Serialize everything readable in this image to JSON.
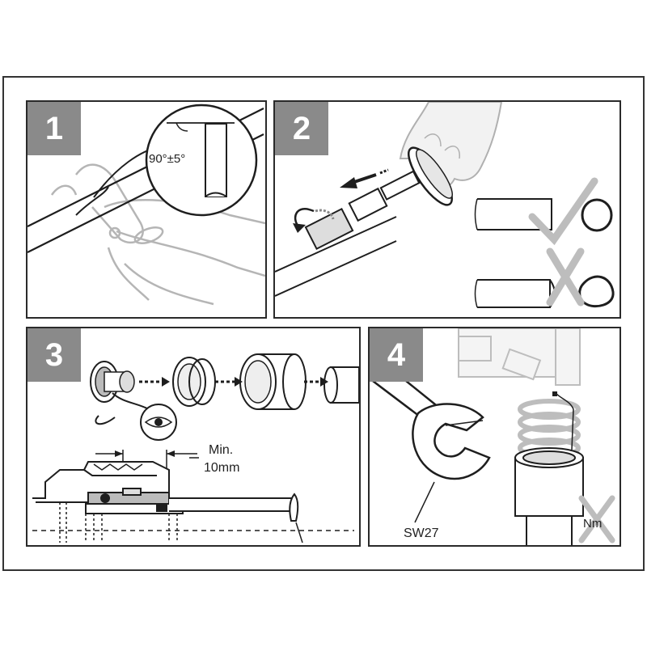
{
  "steps": [
    {
      "number": "1",
      "angle_label": "90°±5°"
    },
    {
      "number": "2"
    },
    {
      "number": "3",
      "min_label_line1": "Min.",
      "min_label_line2": "10mm"
    },
    {
      "number": "4",
      "wrench_label": "SW27",
      "torque_label": "Nm"
    }
  ],
  "colors": {
    "tab": "#8a8a8a",
    "line": "#1e1e1e",
    "shade": "#c8c8c8",
    "light": "#e6e6e6"
  }
}
